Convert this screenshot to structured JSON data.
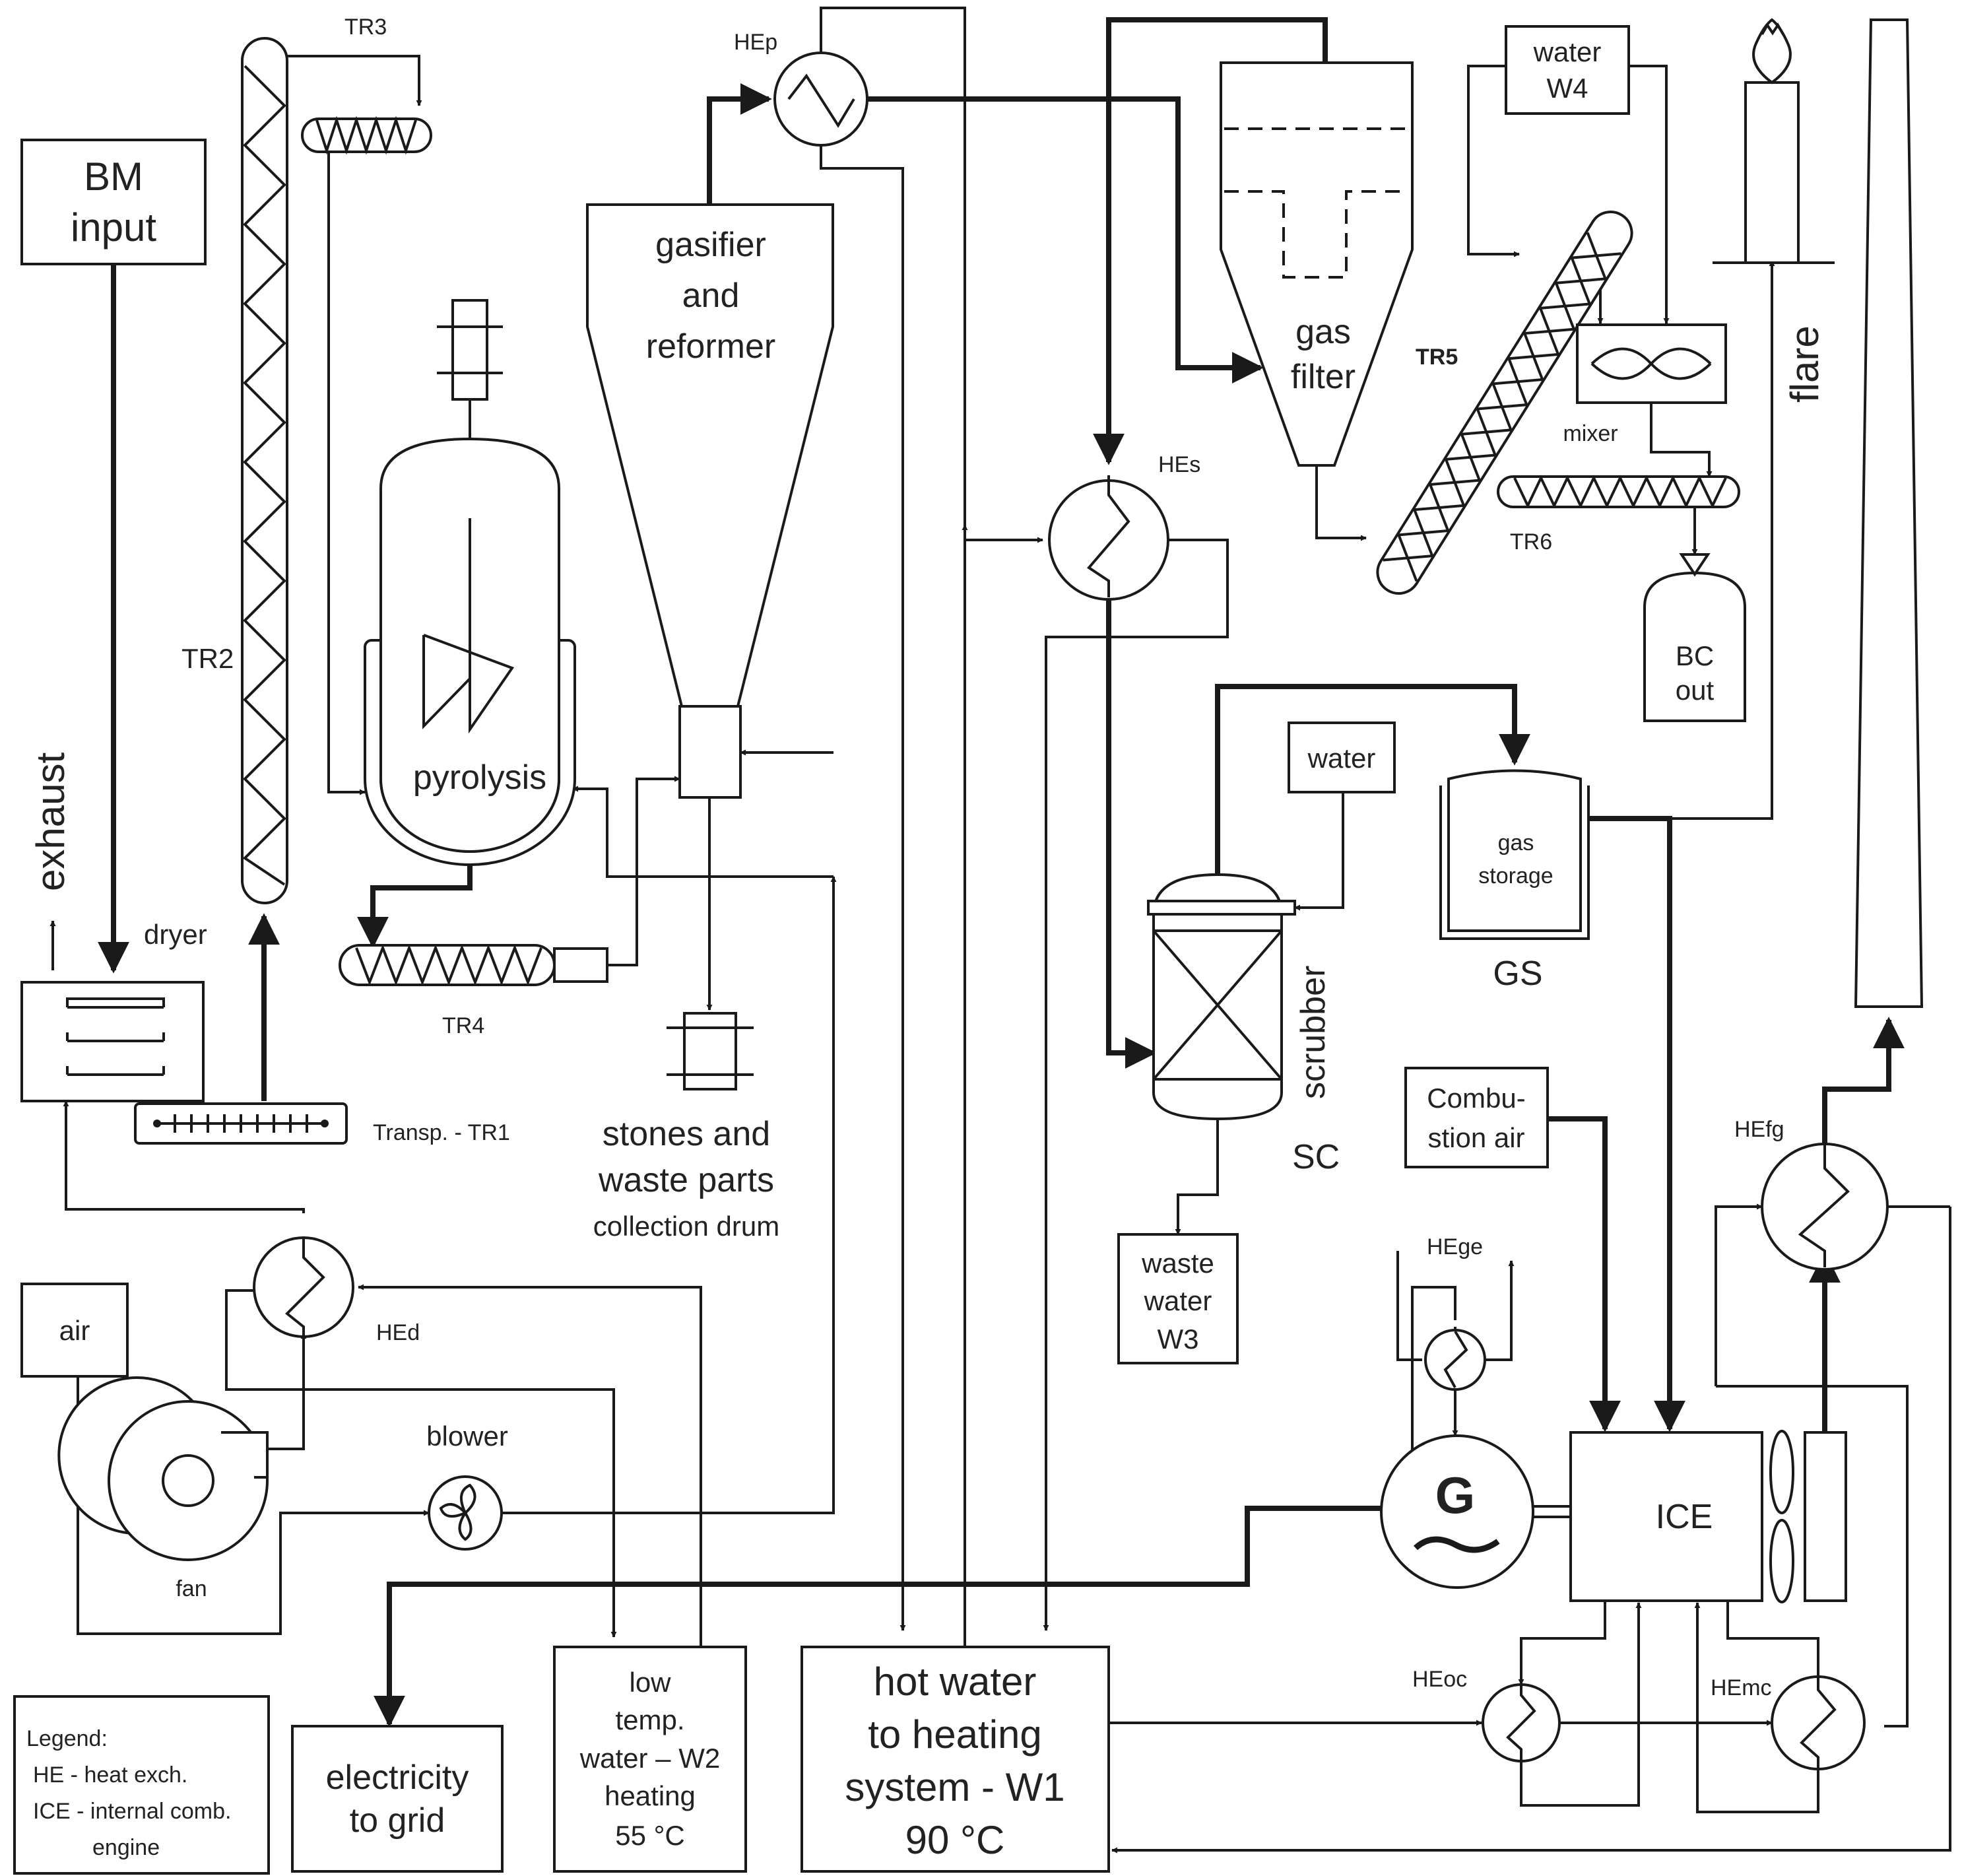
{
  "labels": {
    "bm_input_1": "BM",
    "bm_input_2": "input",
    "exhaust": "exhaust",
    "dryer": "dryer",
    "tr1": "Transp. - TR1",
    "tr2": "TR2",
    "tr3": "TR3",
    "tr4": "TR4",
    "tr5": "TR5",
    "tr6": "TR6",
    "pyrolysis": "pyrolysis",
    "gasifier_1": "gasifier",
    "gasifier_2": "and",
    "gasifier_3": "reformer",
    "stones_1": "stones and",
    "stones_2": "waste parts",
    "stones_3": "collection drum",
    "hep": "HEp",
    "hes": "HEs",
    "hed": "HEd",
    "hege": "HEge",
    "hefg": "HEfg",
    "heoc": "HEoc",
    "hemc": "HEmc",
    "gas_filter_1": "gas",
    "gas_filter_2": "filter",
    "water_w4_1": "water",
    "water_w4_2": "W4",
    "mixer": "mixer",
    "bc_out_1": "BC",
    "bc_out_2": "out",
    "flare": "flare",
    "water": "water",
    "scrubber": "scrubber",
    "sc": "SC",
    "waste_water_1": "waste",
    "waste_water_2": "water",
    "waste_water_3": "W3",
    "gas_storage_1": "gas",
    "gas_storage_2": "storage",
    "gs": "GS",
    "combustion_air_1": "Combu-",
    "combustion_air_2": "stion air",
    "generator": "G",
    "ice": "ICE",
    "air": "air",
    "fan": "fan",
    "blower": "blower",
    "electricity_1": "electricity",
    "electricity_2": "to grid",
    "low_temp_1": "low",
    "low_temp_2": "temp.",
    "low_temp_3": "water – W2",
    "low_temp_4": "heating",
    "low_temp_5": "55 °C",
    "hot_water_1": "hot water",
    "hot_water_2": "to heating",
    "hot_water_3": "system - W1",
    "hot_water_4": "90 °C"
  },
  "legend": {
    "title": "Legend:",
    "line1": "HE - heat exch.",
    "line2": "ICE - internal comb.",
    "line3": "engine"
  },
  "colors": {
    "stroke": "#1a1a1a",
    "background": "#ffffff"
  }
}
